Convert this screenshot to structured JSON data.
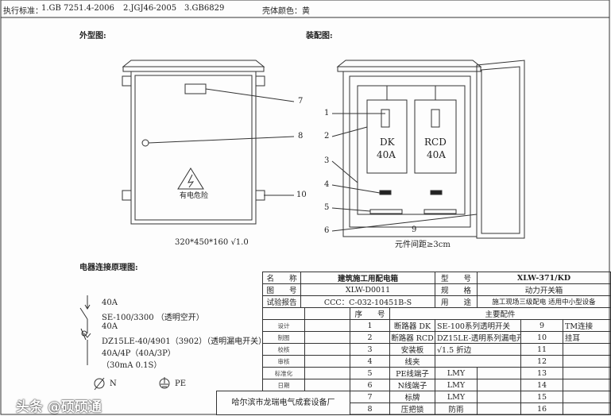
{
  "header": {
    "standards_label": "执行标准：",
    "standards": [
      "1.GB 7251.4-2006",
      "2.JGJ46-2005",
      "3.GB6829"
    ],
    "color_label": "壳体颜色：黄"
  },
  "views": {
    "exterior_title": "外型图:",
    "assembly_title": "装配图:",
    "exterior_dims": "320*450*160 √1.0",
    "warning_text": "有电危险",
    "callouts_ext": [
      "7",
      "8",
      "10"
    ],
    "callouts_asm": [
      "1",
      "2",
      "3",
      "4",
      "5",
      "6",
      "9"
    ],
    "breaker1": [
      "DK",
      "40A"
    ],
    "breaker2": [
      "RCD",
      "40A"
    ],
    "spacing_note": "元件间距≥3cm"
  },
  "schematic": {
    "title": "电器连接原理图:",
    "lines": [
      "40A",
      "SE-100/3300 （透明空开）",
      "40A",
      "DZ15LE-40/4901（3902）（透明漏电开关）",
      "40A/4P（40A/3P）",
      "（30mA 0.1S）"
    ],
    "n_label": "N",
    "pe_label": "PE"
  },
  "table": {
    "name_label": "名　　称",
    "name": "建筑施工用配电箱",
    "model_label": "型　　号",
    "model": "XLW-371/KD",
    "drawing_label": "图　　号",
    "drawing_no": "XLW-D0011",
    "spec_label": "规　　格",
    "spec": "动力开关箱",
    "report_label": "试验报告",
    "report": "CCC：C-032-10451B-S",
    "use_label": "用　　途",
    "use": "施工现场三级配电 适用中小型设备",
    "seq_label": "序　　号",
    "parts_label": "主要配件",
    "roles": [
      "设计",
      "制图",
      "校核",
      "审核",
      "标准化",
      "日期"
    ],
    "parts": [
      {
        "no": "1",
        "name": "断路器 DK",
        "spec": "SE-100系列透明开关",
        "spec2": "",
        "no2": "9",
        "name2": "TM连接"
      },
      {
        "no": "2",
        "name": "断路器 RCD",
        "spec": "DZ15LE-透明系列漏电开",
        "spec2": "",
        "no2": "10",
        "name2": "挂耳"
      },
      {
        "no": "3",
        "name": "安装板",
        "spec": "√1.5 折边",
        "spec2": "",
        "no2": "11",
        "name2": ""
      },
      {
        "no": "4",
        "name": "线夹",
        "spec": "",
        "spec2": "",
        "no2": "12",
        "name2": ""
      },
      {
        "no": "5",
        "name": "PE线端子",
        "spec": "LMY",
        "spec2": "",
        "no2": "13",
        "name2": ""
      },
      {
        "no": "6",
        "name": "N线端子",
        "spec": "LMY",
        "spec2": "",
        "no2": "14",
        "name2": ""
      },
      {
        "no": "7",
        "name": "标牌",
        "spec": "LMY",
        "spec2": "",
        "no2": "15",
        "name2": ""
      },
      {
        "no": "8",
        "name": "压把锁",
        "spec": "防雨",
        "spec2": "",
        "no2": "16",
        "name2": ""
      }
    ],
    "company": "哈尔滨市龙瑞电气成套设备厂"
  },
  "watermark": "头条 @硕硕通"
}
